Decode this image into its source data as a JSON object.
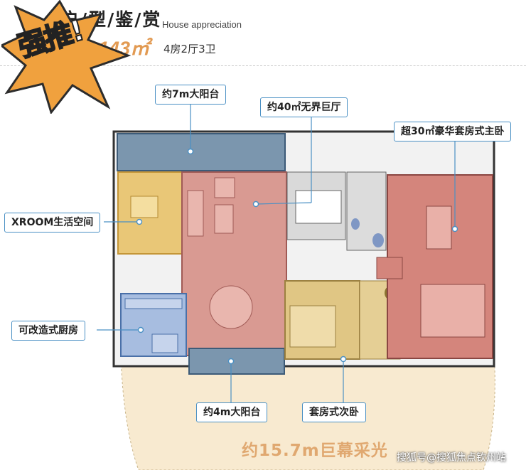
{
  "header": {
    "title": "户/型/鉴/赏",
    "subtitle": "House appreciation",
    "area": "143㎡",
    "rooms": "4房2厅3卫"
  },
  "stamp": {
    "text": "强推!"
  },
  "labels": {
    "balcony_big": "约7m大阳台",
    "living_hall": "约40㎡无界巨厅",
    "master": "超30㎡豪华套房式主卧",
    "xroom": "XROOM生活空间",
    "kitchen": "可改造式厨房",
    "balcony_small": "约4m大阳台",
    "secondary": "套房式次卧"
  },
  "bottom_caption": "约15.7m巨幕采光",
  "watermark": "搜狐号@搜狐焦点钦州站",
  "colors": {
    "balcony": "#7b96ae",
    "living": "#d99a92",
    "xroom": "#e9c777",
    "kitchen": "#a7bde0",
    "master": "#d4857c",
    "secondary": "#e0c684",
    "window_arc": "#f7e8c6",
    "callout_border": "#4a90c4"
  }
}
